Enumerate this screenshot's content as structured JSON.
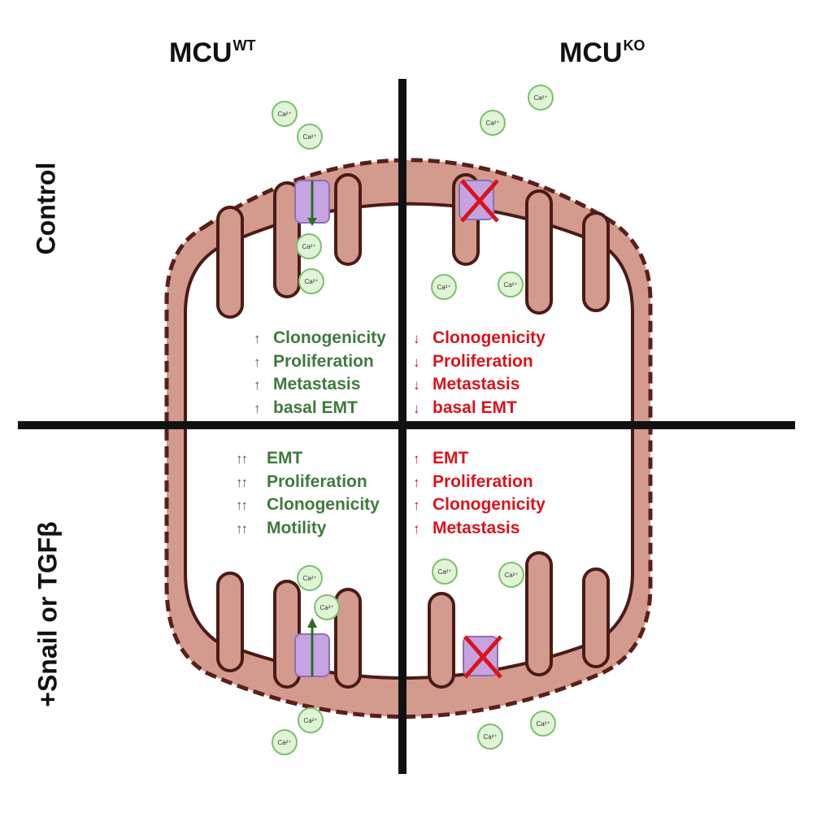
{
  "columns": {
    "wt": {
      "base": "MCU",
      "sup": "WT"
    },
    "ko": {
      "base": "MCU",
      "sup": "KO"
    }
  },
  "rows": {
    "control": "Control",
    "treated": "+Snail or TGFβ"
  },
  "quadrants": {
    "wt_control": {
      "arrow": "↑",
      "items": [
        "Clonogenicity",
        "Proliferation",
        "Metastasis",
        "basal EMT"
      ]
    },
    "ko_control": {
      "arrow": "↓",
      "items": [
        "Clonogenicity",
        "Proliferation",
        "Metastasis",
        "basal EMT"
      ]
    },
    "wt_treated": {
      "arrow": "↑↑",
      "items": [
        "EMT",
        "Proliferation",
        "Clonogenicity",
        "Motility"
      ]
    },
    "ko_treated": {
      "arrow": "↑",
      "items": [
        "EMT",
        "Proliferation",
        "Clonogenicity",
        "Metastasis"
      ]
    }
  },
  "ion_label": "Ca²⁺",
  "colors": {
    "membrane_fill": "#d39a8e",
    "membrane_stroke": "#5a1f1a",
    "increase_text": "#3d7b3a",
    "decrease_text": "#d8141c",
    "channel": "#c5a3e0",
    "calcium_fill": "#dff5d6",
    "calcium_stroke": "#7dbf72"
  }
}
